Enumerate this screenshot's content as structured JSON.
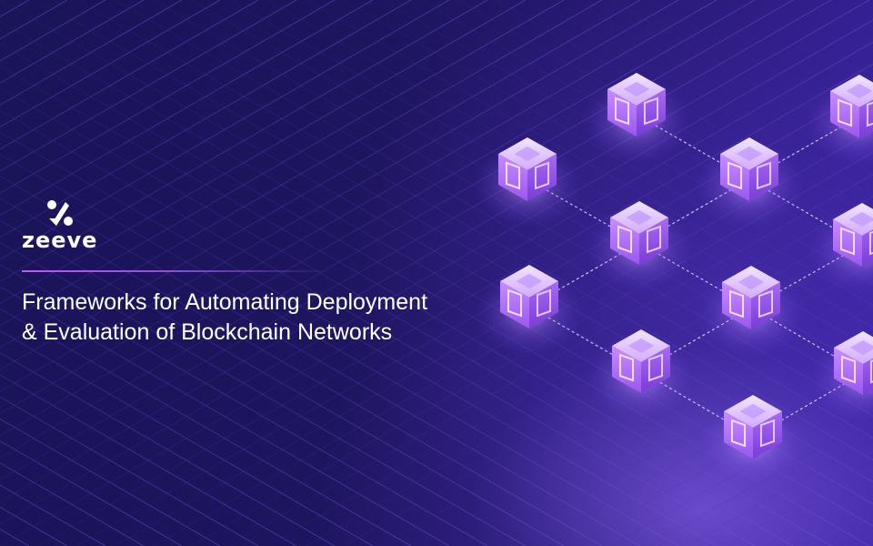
{
  "brand": {
    "logo_text": "zeeve",
    "icon": "zeeve-logo-icon"
  },
  "headline": {
    "line1": "Frameworks for Automating Deployment",
    "line2": "& Evaluation of Blockchain Networks"
  },
  "illustration": {
    "icon": "blockchain-network-illustration",
    "node_color": "#b98cff",
    "link_color": "#e6dcff"
  },
  "colors": {
    "background": "#1a1458",
    "accent": "#c25cf0"
  }
}
